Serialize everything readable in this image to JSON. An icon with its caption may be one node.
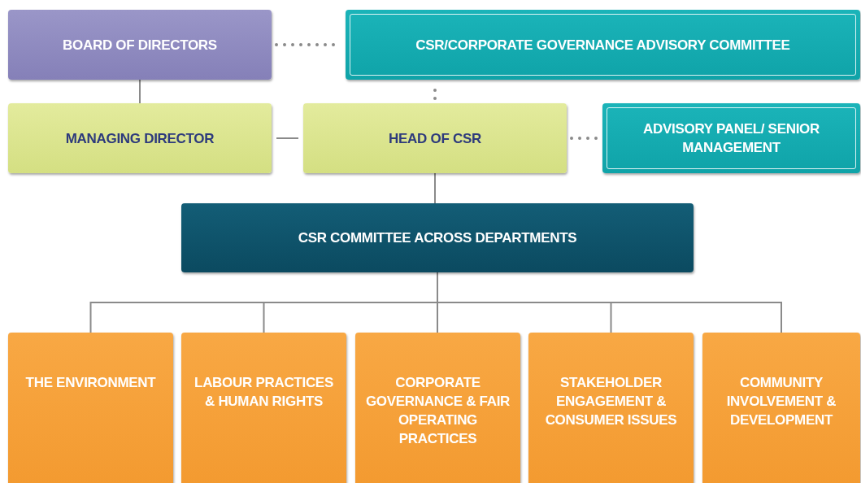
{
  "diagram": {
    "nodes": [
      {
        "text": [
          "BOARD OF DIRECTORS"
        ]
      },
      {
        "text": [
          "CSR/CORPORATE GOVERNANCE ADVISORY COMMITTEE"
        ]
      },
      {
        "text": [
          "MANAGING DIRECTOR"
        ]
      },
      {
        "text": [
          "HEAD OF CSR"
        ]
      },
      {
        "text": [
          "ADVISORY PANEL/ SENIOR MANAGEMENT"
        ]
      },
      {
        "text": [
          "CSR COMMITTEE ACROSS DEPARTMENTS"
        ]
      },
      {
        "text": [
          "THE ENVIRONMENT"
        ]
      },
      {
        "text": [
          "LABOUR PRACTICES & HUMAN RIGHTS"
        ]
      },
      {
        "text": [
          "CORPORATE GOVERNANCE & FAIR OPERATING PRACTICES"
        ]
      },
      {
        "text": [
          "STAKEHOLDER ENGAGEMENT & CONSUMER ISSUES"
        ]
      },
      {
        "text": [
          "COMMUNITY INVOLVEMENT & DEVELOPMENT"
        ]
      }
    ],
    "edges": [
      {
        "from": 0,
        "to": 1,
        "arrow": "none",
        "style": "dashed"
      },
      {
        "from": 0,
        "to": 2,
        "arrow": "none"
      },
      {
        "from": 2,
        "to": 3,
        "arrow": "none"
      },
      {
        "from": 3,
        "to": 1,
        "arrow": "none",
        "style": "dashed"
      },
      {
        "from": 3,
        "to": 4,
        "arrow": "none",
        "style": "dashed"
      },
      {
        "from": 3,
        "to": 5,
        "arrow": "none"
      },
      {
        "from": 5,
        "to": 6,
        "arrow": "none"
      },
      {
        "from": 5,
        "to": 7,
        "arrow": "none"
      },
      {
        "from": 5,
        "to": 8,
        "arrow": "none"
      },
      {
        "from": 5,
        "to": 9,
        "arrow": "none"
      },
      {
        "from": 5,
        "to": 10,
        "arrow": "none"
      }
    ]
  }
}
